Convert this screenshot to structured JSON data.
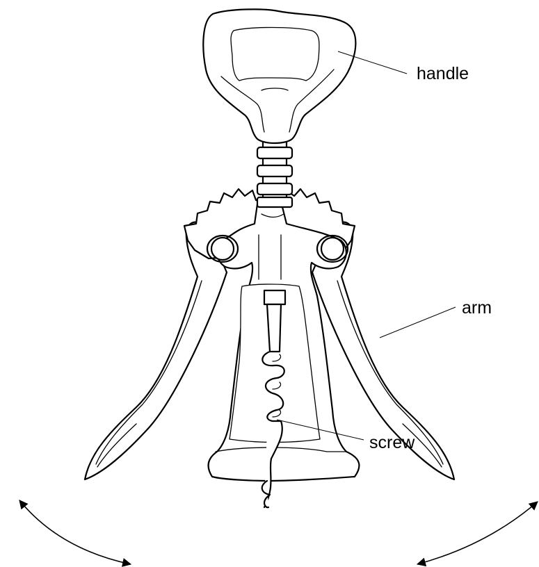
{
  "labels": {
    "handle": "handle",
    "arm": "arm",
    "screw": "screw"
  },
  "colors": {
    "line": "#000000",
    "background": "#ffffff"
  }
}
